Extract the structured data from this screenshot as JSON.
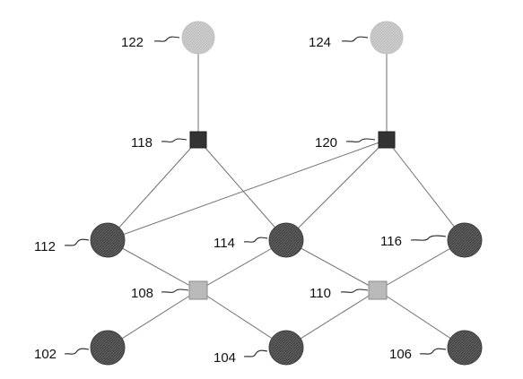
{
  "diagram": {
    "nodes": [
      {
        "id": "122",
        "label": "122",
        "shape": "circle",
        "tone": "light"
      },
      {
        "id": "124",
        "label": "124",
        "shape": "circle",
        "tone": "light"
      },
      {
        "id": "118",
        "label": "118",
        "shape": "square",
        "tone": "dark"
      },
      {
        "id": "120",
        "label": "120",
        "shape": "square",
        "tone": "dark"
      },
      {
        "id": "112",
        "label": "112",
        "shape": "circle",
        "tone": "dark"
      },
      {
        "id": "114",
        "label": "114",
        "shape": "circle",
        "tone": "dark"
      },
      {
        "id": "116",
        "label": "116",
        "shape": "circle",
        "tone": "dark"
      },
      {
        "id": "108",
        "label": "108",
        "shape": "square",
        "tone": "light"
      },
      {
        "id": "110",
        "label": "110",
        "shape": "square",
        "tone": "light"
      },
      {
        "id": "102",
        "label": "102",
        "shape": "circle",
        "tone": "dark"
      },
      {
        "id": "104",
        "label": "104",
        "shape": "circle",
        "tone": "dark"
      },
      {
        "id": "106",
        "label": "106",
        "shape": "circle",
        "tone": "dark"
      }
    ],
    "edges": [
      [
        "122",
        "118"
      ],
      [
        "124",
        "120"
      ],
      [
        "118",
        "112"
      ],
      [
        "118",
        "114"
      ],
      [
        "120",
        "112"
      ],
      [
        "120",
        "114"
      ],
      [
        "120",
        "116"
      ],
      [
        "112",
        "108"
      ],
      [
        "114",
        "108"
      ],
      [
        "114",
        "110"
      ],
      [
        "116",
        "110"
      ],
      [
        "108",
        "102"
      ],
      [
        "108",
        "104"
      ],
      [
        "110",
        "104"
      ],
      [
        "110",
        "106"
      ]
    ],
    "colors": {
      "light_node": "#c9c9c9",
      "dark_node": "#555555",
      "light_square": "#b9b9b9",
      "dark_square": "#333333",
      "edge": "#6f6f6f"
    }
  }
}
